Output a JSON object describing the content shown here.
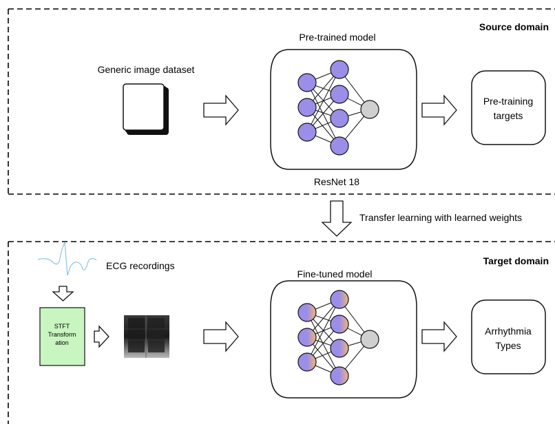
{
  "source_domain": {
    "title": "Source domain",
    "dataset_label": "Generic image dataset",
    "model_label": "Pre-trained model",
    "model_name": "ResNet 18",
    "targets_line1": "Pre-training",
    "targets_line2": "targets"
  },
  "transfer": {
    "label": "Transfer learning with learned weights"
  },
  "target_domain": {
    "title": "Target domain",
    "ecg_label": "ECG recordings",
    "stft_line1": "STFT",
    "stft_line2": "Transform",
    "stft_line3": "ation",
    "model_label": "Fine-tuned model",
    "targets_line1": "Arrhythmia",
    "targets_line2": "Types"
  },
  "colors": {
    "neuron_purple": "#9b8ee8",
    "neuron_orange": "#f0b478",
    "output_gray": "#cfcfcf",
    "stft_green": "#c8f5c0",
    "ecg_blue": "#8fc3e6"
  }
}
